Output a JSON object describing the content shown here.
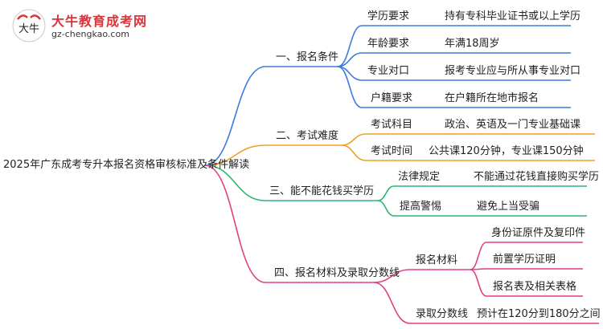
{
  "logo": {
    "title": "大牛教育成考网",
    "url": "gz-chengkao.com",
    "mark_text": "大牛"
  },
  "colors": {
    "branch1": "#3b7be0",
    "branch2": "#f0a020",
    "branch3": "#2bb673",
    "branch4": "#e23f86"
  },
  "mindmap": {
    "root": "2025年广东成考专升本报名资格审核标准及条件解读",
    "branches": [
      {
        "label": "一、报名条件",
        "children": [
          {
            "label": "学历要求",
            "leaf": "持有专科毕业证书或以上学历"
          },
          {
            "label": "年龄要求",
            "leaf": "年满18周岁"
          },
          {
            "label": "专业对口",
            "leaf": "报考专业应与所从事专业对口"
          },
          {
            "label": "户籍要求",
            "leaf": "在户籍所在地市报名"
          }
        ]
      },
      {
        "label": "二、考试难度",
        "children": [
          {
            "label": "考试科目",
            "leaf": "政治、英语及一门专业基础课"
          },
          {
            "label": "考试时间",
            "leaf": "公共课120分钟，专业课150分钟"
          }
        ]
      },
      {
        "label": "三、能不能花钱买学历",
        "children": [
          {
            "label": "法律规定",
            "leaf": "不能通过花钱直接购买学历"
          },
          {
            "label": "提高警惕",
            "leaf": "避免上当受骗"
          }
        ]
      },
      {
        "label": "四、报名材料及录取分数线",
        "children": [
          {
            "label": "报名材料",
            "leaves": [
              "身份证原件及复印件",
              "前置学历证明",
              "报名表及相关表格"
            ]
          },
          {
            "label": "录取分数线",
            "leaf": "预计在120分到180分之间"
          }
        ]
      }
    ]
  }
}
